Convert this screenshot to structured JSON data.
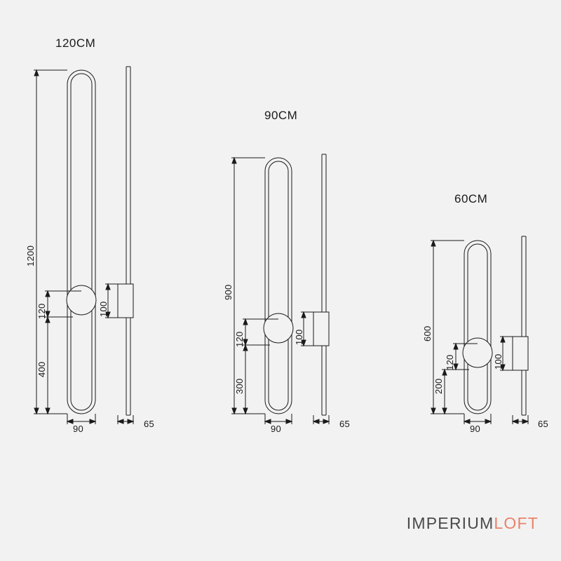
{
  "page": {
    "background_color": "#f2f2f2",
    "line_color": "#1a1a1a"
  },
  "brand": {
    "part1": "IMPERIUM",
    "part2": "LOFT",
    "part1_color": "#4a4a4a",
    "part2_color": "#e8836b"
  },
  "drawings": [
    {
      "id": "lamp-120",
      "title": "120CM",
      "dimensions": {
        "height": "1200",
        "center_offset": "120",
        "depth_plate": "100",
        "lower": "400",
        "width": "90",
        "side_depth": "65"
      }
    },
    {
      "id": "lamp-90",
      "title": "90CM",
      "dimensions": {
        "height": "900",
        "center_offset": "120",
        "depth_plate": "100",
        "lower": "300",
        "width": "90",
        "side_depth": "65"
      }
    },
    {
      "id": "lamp-60",
      "title": "60CM",
      "dimensions": {
        "height": "600",
        "center_offset": "120",
        "depth_plate": "100",
        "lower": "200",
        "width": "90",
        "side_depth": "65"
      }
    }
  ]
}
